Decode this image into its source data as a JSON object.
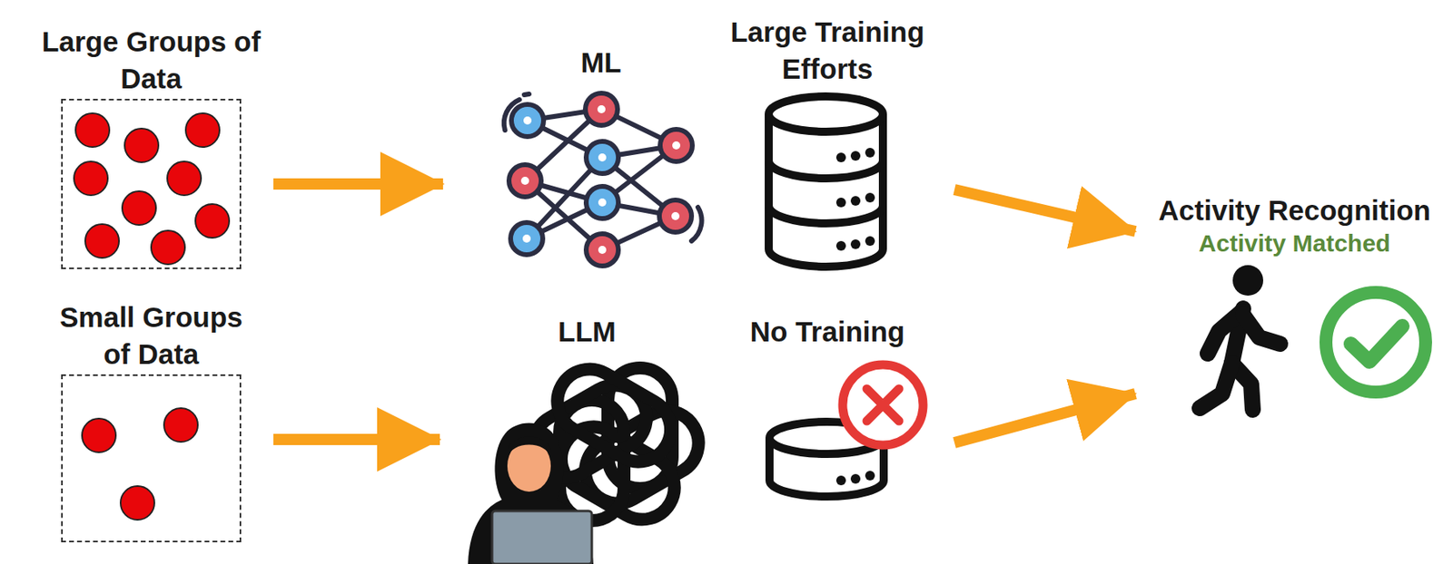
{
  "diagram": {
    "nodes": [
      {
        "text": [
          "Large Groups of Data"
        ]
      },
      {
        "text": [
          "ML"
        ]
      },
      {
        "text": [
          "Large Training Efforts"
        ]
      },
      {
        "text": [
          "Activity Recognition",
          "Activity Matched"
        ]
      },
      {
        "text": [
          "Small Groups of Data"
        ]
      },
      {
        "text": [
          "LLM"
        ]
      },
      {
        "text": [
          "No Training"
        ]
      }
    ],
    "edges": [
      {
        "from": 0,
        "to": 1,
        "arrow": "to"
      },
      {
        "from": 2,
        "to": 3,
        "arrow": "to"
      },
      {
        "from": 4,
        "to": 5,
        "arrow": "to"
      },
      {
        "from": 6,
        "to": 3,
        "arrow": "to"
      }
    ]
  }
}
